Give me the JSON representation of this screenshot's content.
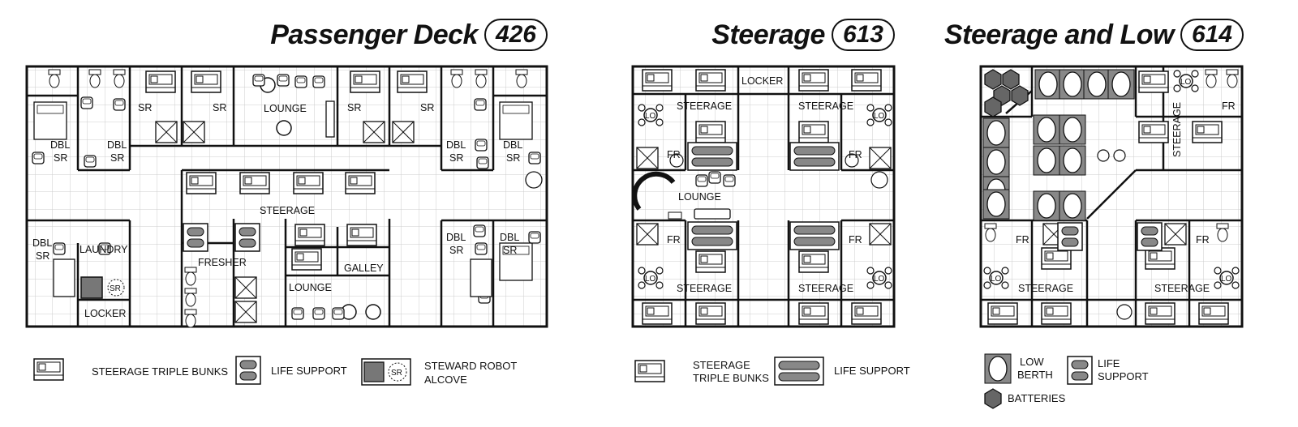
{
  "decks": [
    {
      "title": "Passenger Deck",
      "number": "426"
    },
    {
      "title": "Steerage",
      "number": "613"
    },
    {
      "title": "Steerage and Low",
      "number": "614"
    }
  ],
  "deck426": {
    "rooms": {
      "sr_1": "SR",
      "sr_2": "SR",
      "lounge_top": "LOUNGE",
      "sr_3": "SR",
      "sr_4": "SR",
      "dbl_sr_1a": "DBL",
      "dbl_sr_1b": "SR",
      "dbl_sr_2a": "DBL",
      "dbl_sr_2b": "SR",
      "dbl_sr_3a": "DBL",
      "dbl_sr_3b": "SR",
      "dbl_sr_4a": "DBL",
      "dbl_sr_4b": "SR",
      "steerage": "STEERAGE",
      "dbl_sr_5a": "DBL",
      "dbl_sr_5b": "SR",
      "laundry": "LAUNDRY",
      "fresher": "FRESHER",
      "galley": "GALLEY",
      "lounge_bottom": "LOUNGE",
      "dbl_sr_6a": "DBL",
      "dbl_sr_6b": "SR",
      "dbl_sr_7a": "DBL",
      "dbl_sr_7b": "SR",
      "locker": "LOCKER",
      "robot_mark": "SR"
    },
    "legend": {
      "bunks": "STEERAGE TRIPLE BUNKS",
      "life_support": "LIFE SUPPORT",
      "robot_line1": "STEWARD ROBOT",
      "robot_line2": "ALCOVE",
      "robot_mark": "SR"
    }
  },
  "deck613": {
    "rooms": {
      "locker": "LOCKER",
      "steerage_tl": "STEERAGE",
      "steerage_tr": "STEERAGE",
      "lo_1": "LO",
      "lo_2": "LO",
      "fr_1": "FR",
      "fr_2": "FR",
      "lounge": "LOUNGE",
      "fr_3": "FR",
      "fr_4": "FR",
      "lo_3": "LO",
      "lo_4": "LO",
      "steerage_bl": "STEERAGE",
      "steerage_br": "STEERAGE"
    },
    "legend": {
      "bunks_line1": "STEERAGE",
      "bunks_line2": "TRIPLE BUNKS",
      "life_support": "LIFE SUPPORT"
    }
  },
  "deck614": {
    "rooms": {
      "lo_1": "LO",
      "fr_1": "FR",
      "steerage_side": "STEERAGE",
      "fr_2": "FR",
      "fr_3": "FR",
      "lo_2": "LO",
      "lo_3": "LO",
      "steerage_bl": "STEERAGE",
      "steerage_br": "STEERAGE"
    },
    "legend": {
      "low_line1": "LOW",
      "low_line2": "BERTH",
      "ls_line1": "LIFE",
      "ls_line2": "SUPPORT",
      "batteries": "BATTERIES"
    }
  },
  "colors": {
    "ink": "#111111",
    "grid": "#cccccc",
    "fill": "#808080",
    "paper": "#ffffff"
  }
}
